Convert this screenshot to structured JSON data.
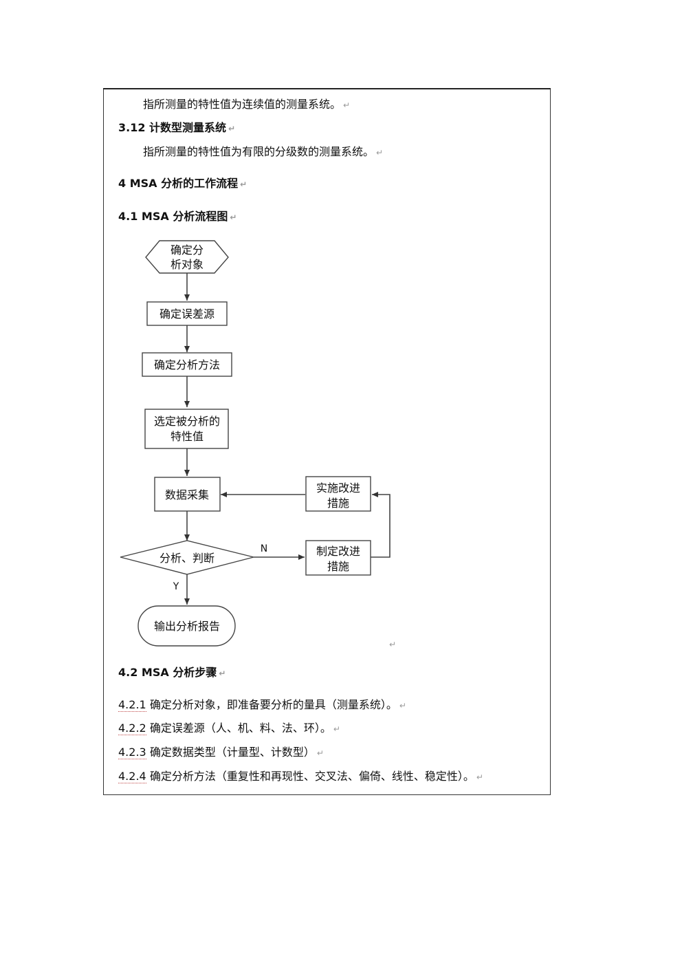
{
  "doc": {
    "para_continuous": "指所测量的特性值为连续值的测量系统。",
    "h_3_12": "3.12 计数型测量系统",
    "para_attribute": "指所测量的特性值为有限的分级数的测量系统。",
    "h_4": "4 MSA 分析的工作流程",
    "h_4_1": "4.1 MSA 分析流程图",
    "h_4_2": "4.2 MSA 分析步骤",
    "steps": [
      {
        "num": "4.2.1",
        "text": "确定分析对象，即准备要分析的量具（测量系统）。"
      },
      {
        "num": "4.2.2",
        "text": "确定误差源（人、机、料、法、环）。"
      },
      {
        "num": "4.2.3",
        "text": "确定数据类型（计量型、计数型）"
      },
      {
        "num": "4.2.4",
        "text": "确定分析方法（重复性和再现性、交叉法、偏倚、线性、稳定性）。"
      }
    ],
    "return_mark": "↵"
  },
  "flow": {
    "start_line1": "确定分",
    "start_line2": "析对象",
    "error_source": "确定误差源",
    "method": "确定分析方法",
    "select_line1": "选定被分析的",
    "select_line2": "特性值",
    "collect": "数据采集",
    "implement_line1": "实施改进",
    "implement_line2": "措施",
    "judge": "分析、判断",
    "plan_line1": "制定改进",
    "plan_line2": "措施",
    "report": "输出分析报告",
    "label_n": "N",
    "label_y": "Y"
  }
}
